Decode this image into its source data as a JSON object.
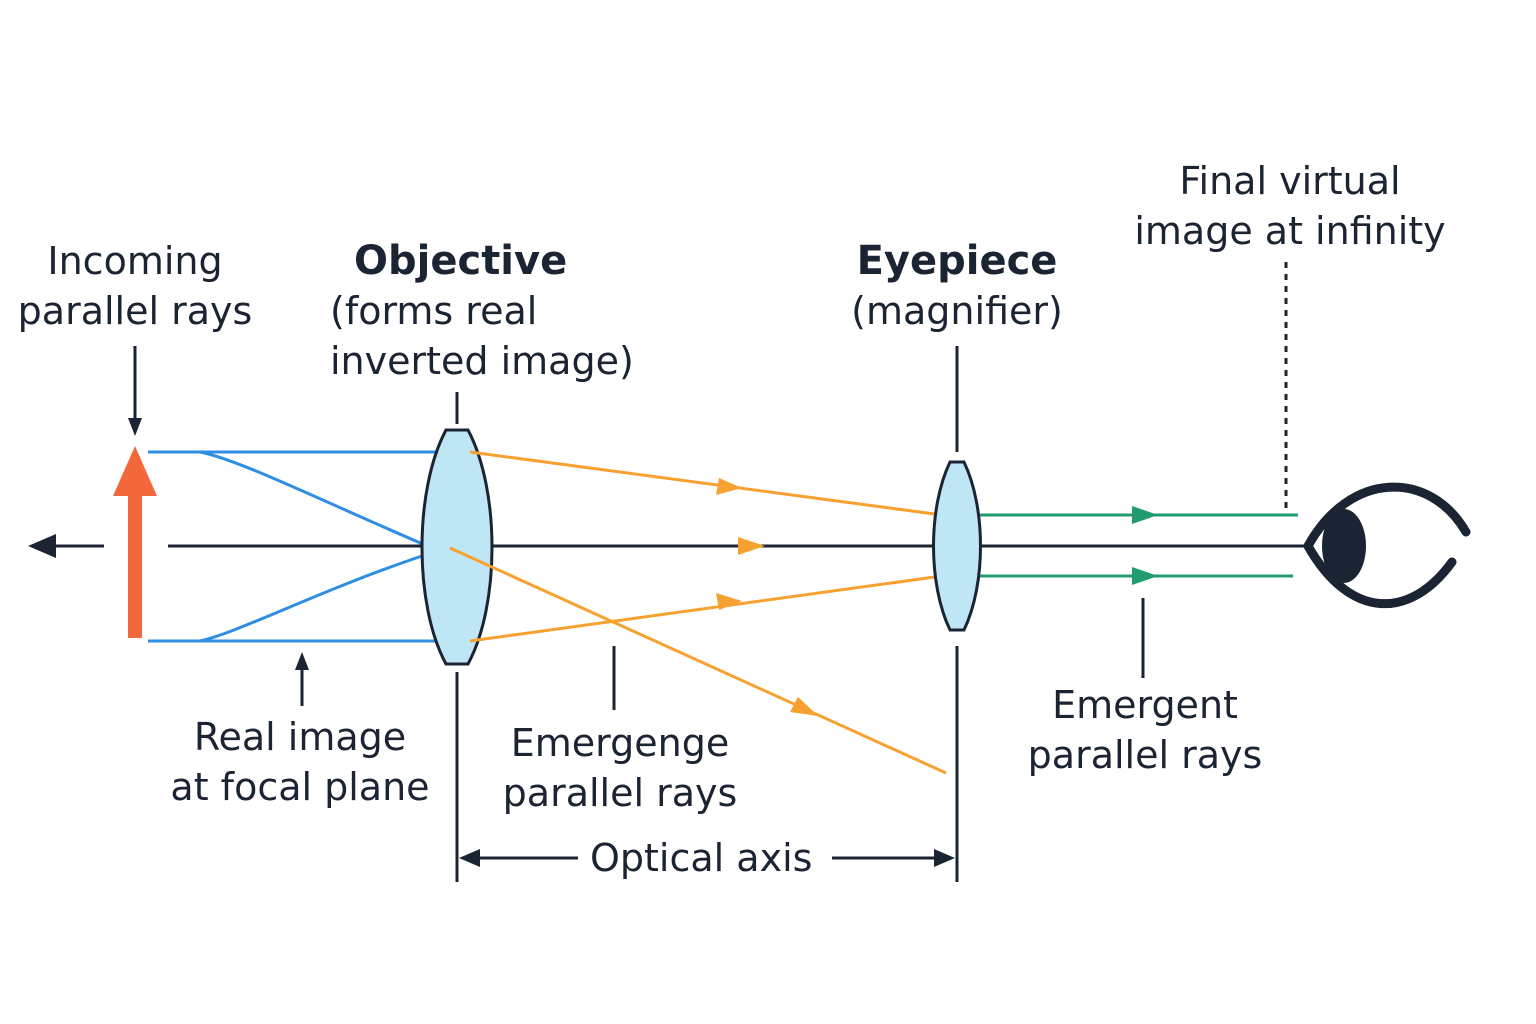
{
  "labels": {
    "incoming": [
      "Incoming",
      "parallel rays"
    ],
    "objective_title": "Objective",
    "objective_note": [
      "(forms real",
      "inverted image)"
    ],
    "eyepiece_title": "Eyepiece",
    "eyepiece_note": "(magnifier)",
    "final_image": [
      "Final virtual",
      "image at infinity"
    ],
    "real_image": [
      "Real image",
      "at focal plane"
    ],
    "emergence_mid": [
      "Emergenge",
      "parallel rays"
    ],
    "emergent_right": [
      "Emergent",
      "parallel rays"
    ],
    "optical_axis": "Optical axis"
  },
  "colors": {
    "incoming_rays": "#2f8de4",
    "intermediate_rays": "#f7a130",
    "emergent_rays": "#1f9b6e",
    "object_arrow": "#f2683a",
    "lens_fill": "#bfe6f4",
    "ink": "#1b2433"
  },
  "icons": [
    "eye-icon",
    "object-arrow-icon"
  ]
}
